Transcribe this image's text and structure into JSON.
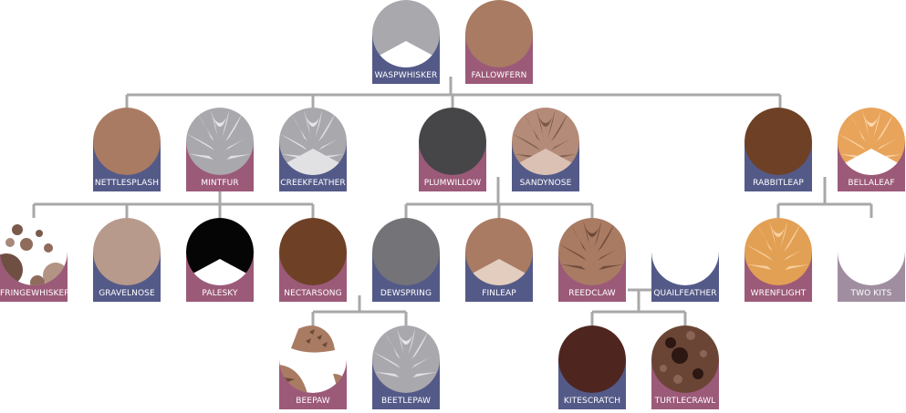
{
  "colors": {
    "line": "#a8a8a8",
    "tom_card": "#545a88",
    "she_card": "#9c5a79",
    "unknown_card": "#a08ea0"
  },
  "cats": [
    {
      "id": "waspwhisker",
      "label": "WASPWHISKER",
      "card": "tom",
      "fur": "silver-white-chest"
    },
    {
      "id": "fallowfern",
      "label": "FALLOWFERN",
      "card": "she",
      "fur": "light-brown"
    },
    {
      "id": "nettlesplash",
      "label": "NETTLESPLASH",
      "card": "tom",
      "fur": "light-brown"
    },
    {
      "id": "mintfur",
      "label": "MINTFUR",
      "card": "she",
      "fur": "silver-tabby"
    },
    {
      "id": "creekfeather",
      "label": "CREEKFEATHER",
      "card": "tom",
      "fur": "silver-tabby-white-chest"
    },
    {
      "id": "plumwillow",
      "label": "PLUMWILLOW",
      "card": "she",
      "fur": "dark-gray"
    },
    {
      "id": "sandynose",
      "label": "SANDYNOSE",
      "card": "tom",
      "fur": "light-brown-tabby-cream-chest"
    },
    {
      "id": "rabbitleap",
      "label": "RABBITLEAP",
      "card": "tom",
      "fur": "brown"
    },
    {
      "id": "bellaleaf",
      "label": "BELLALEAF",
      "card": "she",
      "fur": "ginger-tabby-white-chest"
    },
    {
      "id": "fringewhisker",
      "label": "FRINGEWHISKER",
      "card": "she",
      "fur": "white-with-brown-patches"
    },
    {
      "id": "gravelnose",
      "label": "GRAVELNOSE",
      "card": "tom",
      "fur": "pale-brown"
    },
    {
      "id": "palesky",
      "label": "PALESKY",
      "card": "she",
      "fur": "black-white-chest"
    },
    {
      "id": "nectarsong",
      "label": "NECTARSONG",
      "card": "she",
      "fur": "brown"
    },
    {
      "id": "dewspring",
      "label": "DEWSPRING",
      "card": "tom",
      "fur": "gray"
    },
    {
      "id": "finleap",
      "label": "FINLEAP",
      "card": "tom",
      "fur": "light-brown-cream-chest"
    },
    {
      "id": "reedclaw",
      "label": "REEDCLAW",
      "card": "she",
      "fur": "light-brown-tabby"
    },
    {
      "id": "quailfeather",
      "label": "QUAILFEATHER",
      "card": "tom",
      "fur": "white"
    },
    {
      "id": "wrenflight",
      "label": "WRENFLIGHT",
      "card": "she",
      "fur": "ginger-tabby"
    },
    {
      "id": "two-kits",
      "label": "TWO KITS",
      "card": "unknown",
      "fur": "white"
    },
    {
      "id": "beepaw",
      "label": "BEEPAW",
      "card": "she",
      "fur": "white-brown-tabby-patches"
    },
    {
      "id": "beetlepaw",
      "label": "BEETLEPAW",
      "card": "tom",
      "fur": "silver-tabby"
    },
    {
      "id": "kitescratch",
      "label": "KITESCRATCH",
      "card": "tom",
      "fur": "dark-red-brown"
    },
    {
      "id": "turtlecrawl",
      "label": "TURTLECRAWL",
      "card": "she",
      "fur": "tortoiseshell"
    }
  ]
}
